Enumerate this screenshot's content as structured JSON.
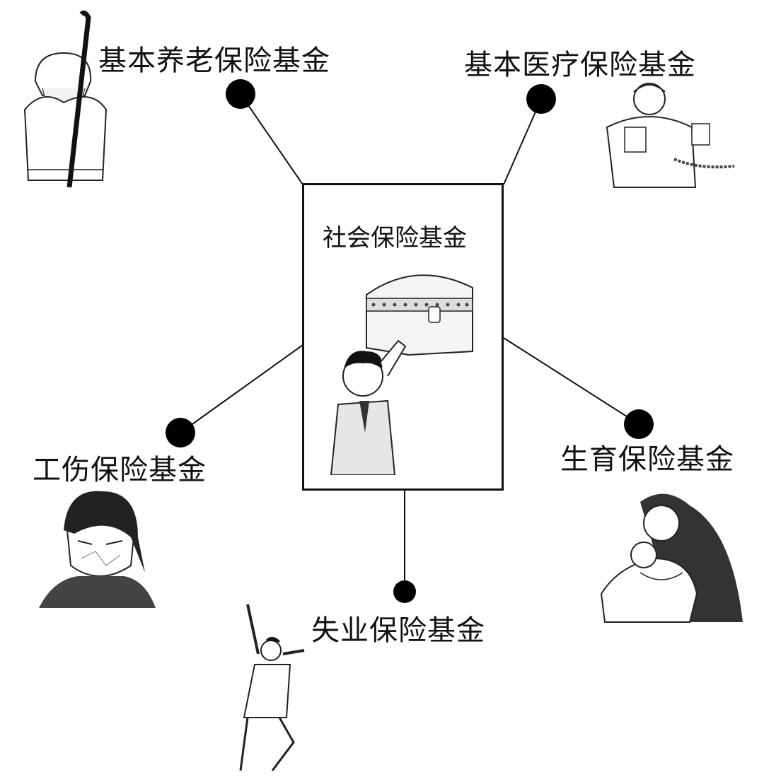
{
  "center": {
    "label": "社会保险基金",
    "icon": "treasure-chest-icon"
  },
  "branches": [
    {
      "label": "基本养老保险基金",
      "icon": "elderly-sage-icon"
    },
    {
      "label": "基本医疗保险基金",
      "icon": "patient-with-iv-icon"
    },
    {
      "label": "工伤保险基金",
      "icon": "injured-face-icon"
    },
    {
      "label": "生育保险基金",
      "icon": "mother-and-baby-icon"
    },
    {
      "label": "失业保险基金",
      "icon": "jumping-person-icon"
    }
  ],
  "colors": {
    "line": "#111111",
    "node": "#000000",
    "box_border": "#111111"
  }
}
